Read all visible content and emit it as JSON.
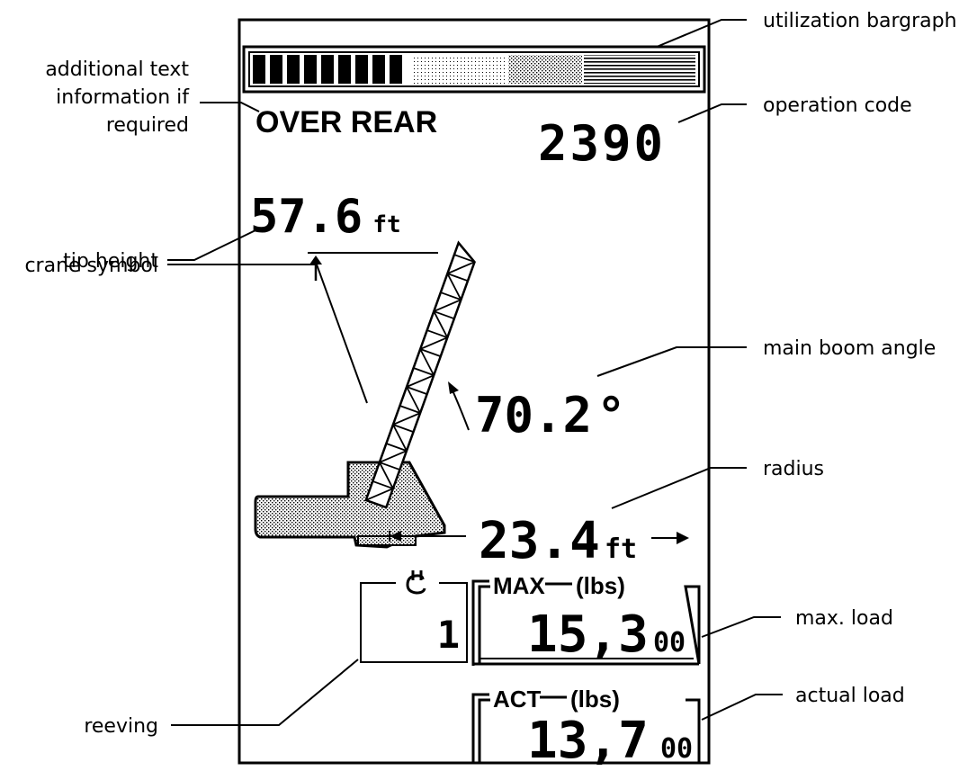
{
  "display": {
    "status_text": "OVER REAR",
    "operation_code": "2390",
    "tip_height": {
      "value": "57.6",
      "unit": "ft"
    },
    "boom_angle": {
      "value": "70.2",
      "unit": "°"
    },
    "radius": {
      "value": "23.4",
      "unit": "ft"
    },
    "reeving": {
      "value": "1",
      "icon": "hook-icon"
    },
    "max_load": {
      "label": "MAX",
      "unit": "(lbs)",
      "value": "15,3",
      "suffix": "00"
    },
    "actual_load": {
      "label": "ACT",
      "unit": "(lbs)",
      "value": "13,7",
      "suffix": "00"
    },
    "utilization": {
      "filled_segments": 9,
      "fraction": 0.28
    }
  },
  "callouts": {
    "utilization_bargraph": "utilization bargraph",
    "additional_text_1": "additional text",
    "additional_text_2": "information if",
    "additional_text_3": "required",
    "operation_code": "operation code",
    "tip_height": "tip height",
    "crane_symbol": "crane symbol",
    "main_boom_angle": "main boom angle",
    "radius": "radius",
    "max_load": "max. load",
    "reeving": "reeving",
    "actual_load": "actual load"
  }
}
